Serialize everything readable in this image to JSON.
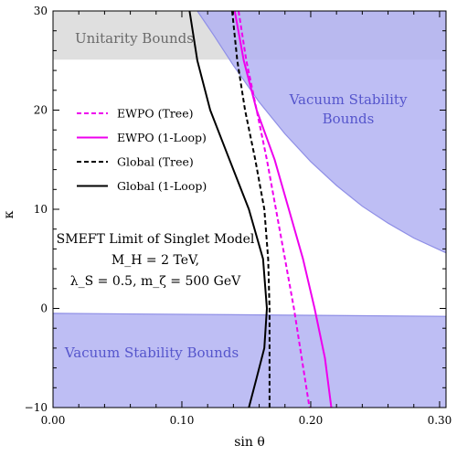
{
  "chart_data": {
    "type": "line",
    "xlabel": "sin θ",
    "ylabel": "κ",
    "xlim": [
      0.0,
      0.305
    ],
    "ylim": [
      -10,
      30
    ],
    "x_ticks": [
      {
        "v": 0.0,
        "label": "0.00"
      },
      {
        "v": 0.1,
        "label": "0.10"
      },
      {
        "v": 0.2,
        "label": "0.20"
      },
      {
        "v": 0.3,
        "label": "0.30"
      }
    ],
    "y_ticks": [
      {
        "v": -10,
        "label": "−10"
      },
      {
        "v": 0,
        "label": "0"
      },
      {
        "v": 10,
        "label": "10"
      },
      {
        "v": 20,
        "label": "20"
      },
      {
        "v": 30,
        "label": "30"
      }
    ],
    "regions": [
      {
        "name": "Unitarity Bounds",
        "fill": "#d9d9d9",
        "label_color": "#6a6a6a",
        "points": [
          [
            0.0,
            25.1
          ],
          [
            0.305,
            25.1
          ],
          [
            0.305,
            30
          ],
          [
            0.0,
            30
          ]
        ]
      },
      {
        "name": "Vacuum Stability Bounds",
        "label": "Vacuum Stability Bounds",
        "fill": "#b3b3f2",
        "stroke": "#8f8fe6",
        "label_color": "#5555cc",
        "points": [
          [
            0.0,
            -0.5
          ],
          [
            0.305,
            -0.8
          ],
          [
            0.305,
            -10
          ],
          [
            0.0,
            -10
          ]
        ]
      },
      {
        "name": "Vacuum Stability Upper",
        "label_line1": "Vacuum Stability",
        "label_line2": "Bounds",
        "fill": "#b3b3f2",
        "stroke": "#8f8fe6",
        "label_color": "#5555cc",
        "points": [
          [
            0.112,
            30
          ],
          [
            0.125,
            27.5
          ],
          [
            0.14,
            24.5
          ],
          [
            0.16,
            20.8
          ],
          [
            0.18,
            17.6
          ],
          [
            0.2,
            14.8
          ],
          [
            0.22,
            12.4
          ],
          [
            0.24,
            10.3
          ],
          [
            0.26,
            8.6
          ],
          [
            0.28,
            7.1
          ],
          [
            0.305,
            5.6
          ],
          [
            0.305,
            30
          ]
        ]
      }
    ],
    "series": [
      {
        "name": "EWPO (Tree)",
        "color": "#ee00ee",
        "dash": true,
        "points": [
          [
            0.144,
            30
          ],
          [
            0.15,
            25
          ],
          [
            0.158,
            20
          ],
          [
            0.166,
            15
          ],
          [
            0.173,
            10
          ],
          [
            0.18,
            5
          ],
          [
            0.187,
            0
          ],
          [
            0.193,
            -5
          ],
          [
            0.199,
            -10
          ]
        ]
      },
      {
        "name": "EWPO (1-Loop)",
        "color": "#ee00ee",
        "dash": false,
        "points": [
          [
            0.141,
            30
          ],
          [
            0.148,
            25
          ],
          [
            0.158,
            20
          ],
          [
            0.172,
            15
          ],
          [
            0.183,
            10
          ],
          [
            0.194,
            5
          ],
          [
            0.203,
            0
          ],
          [
            0.211,
            -5
          ],
          [
            0.216,
            -10
          ]
        ]
      },
      {
        "name": "Global (Tree)",
        "color": "#000000",
        "dash": true,
        "points": [
          [
            0.139,
            30
          ],
          [
            0.143,
            25
          ],
          [
            0.149,
            20
          ],
          [
            0.157,
            15
          ],
          [
            0.164,
            10
          ],
          [
            0.167,
            5
          ],
          [
            0.168,
            0
          ],
          [
            0.168,
            -5
          ],
          [
            0.168,
            -10
          ]
        ]
      },
      {
        "name": "Global (1-Loop)",
        "color": "#000000",
        "dash": false,
        "points": [
          [
            0.106,
            30
          ],
          [
            0.112,
            25
          ],
          [
            0.122,
            20
          ],
          [
            0.137,
            15
          ],
          [
            0.152,
            10
          ],
          [
            0.163,
            5
          ],
          [
            0.166,
            0
          ],
          [
            0.164,
            -4
          ],
          [
            0.158,
            -7
          ],
          [
            0.152,
            -10
          ]
        ]
      }
    ],
    "legend": [
      {
        "label": "EWPO (Tree)",
        "color": "#ee00ee",
        "dash": true
      },
      {
        "label": "EWPO (1-Loop)",
        "color": "#ee00ee",
        "dash": false
      },
      {
        "label": "Global (Tree)",
        "color": "#000000",
        "dash": true
      },
      {
        "label": "Global (1-Loop)",
        "color": "#000000",
        "dash": false
      }
    ],
    "annotation": {
      "line1": "SMEFT Limit of Singlet Model",
      "line2": "M_H = 2 TeV,",
      "line3": "λ_S = 0.5,  m_ζ = 500 GeV"
    }
  }
}
